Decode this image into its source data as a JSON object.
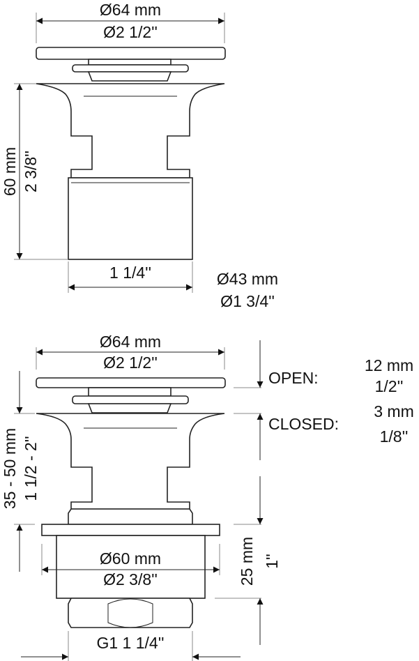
{
  "top_view": {
    "top_diameter_mm": "Ø64 mm",
    "top_diameter_in": "Ø2 1/2''",
    "height_mm": "60 mm",
    "height_in": "2 3/8''",
    "thread_label": "1 1/4''",
    "body_diameter_mm": "Ø43 mm",
    "body_diameter_in": "Ø1 3/4''"
  },
  "bottom_view": {
    "top_diameter_mm": "Ø64 mm",
    "top_diameter_in": "Ø2 1/2''",
    "open_label": "OPEN:",
    "open_mm": "12 mm",
    "open_in": "1/2''",
    "closed_label": "CLOSED:",
    "closed_mm": "3 mm",
    "closed_in": "1/8''",
    "range_mm": "35 - 50 mm",
    "range_in": "1 1/2 - 2''",
    "base_height_mm": "25 mm",
    "base_height_in": "1''",
    "base_diameter_mm": "Ø60 mm",
    "base_diameter_in": "Ø2 3/8''",
    "thread_label": "G1 1 1/4''"
  }
}
